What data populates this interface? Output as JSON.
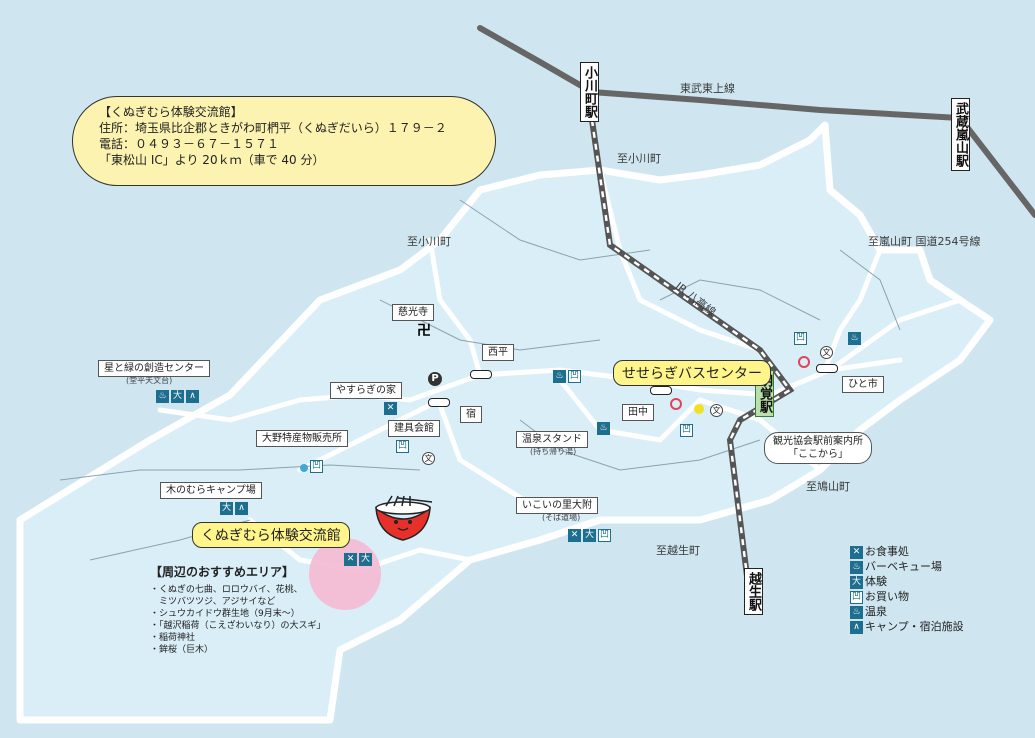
{
  "info_box": {
    "title": "【くぬぎむら体験交流館】",
    "address": "住所：埼玉県比企郡ときがわ町椚平（くぬぎだいら）１７９－２",
    "phone": "電話：０４９３－６７－１５７１",
    "access": "「東松山 IC」より 20ｋｍ（車で 40 分）"
  },
  "stations": {
    "ogawamachi": "小川町駅",
    "musashi_ranzan": "武蔵嵐山駅",
    "myokaku": "明覚駅",
    "ogose": "越生駅"
  },
  "railways": {
    "tobu_tojo": "東武東上線",
    "jr_hachiko": "JR 八高線"
  },
  "directions": {
    "to_ogawa_1": "至小川町",
    "to_ogawa_2": "至小川町",
    "to_ranzan": "至嵐山町 国道254号線",
    "to_hatoyama": "至鳩山町",
    "to_ogose": "至越生町"
  },
  "places": {
    "jikoji": "慈光寺",
    "nishidaira": "西平",
    "hoshi_midori": "星と緑の創造センター",
    "hoshi_midori_sub": "(堂平天文台)",
    "yasuragi": "やすらぎの家",
    "juku": "宿",
    "kengu": "建具会館",
    "ono_tokusan": "大野特産物販売所",
    "kinomura": "木のむらキャンプ場",
    "seseragi": "せせらぎバスセンター",
    "tanaka": "田中",
    "onsen_stand": "温泉スタンド",
    "onsen_stand_sub": "(持ち帰り湯)",
    "ikoi": "いこいの里大附",
    "ikoi_sub": "(そば道場)",
    "hitoichi": "ひと市",
    "kanko_kyokai": "観光協会駅前案内所",
    "kokokara": "「ここから」",
    "kunugimura": "くぬぎむら体験交流館"
  },
  "recommend": {
    "title": "【周辺のおすすめエリア】",
    "items": [
      "・くぬぎの七曲、ロロウバイ、花桃、",
      "　ミツバツツジ、アジサイなど",
      "・シュウカイドウ群生地（9月末～）",
      "・「越沢稲荷（こえざわいなり）の大スギ」",
      "・稲荷神社",
      "・鉾桜（巨木）"
    ]
  },
  "legend": [
    {
      "icon": "food-icon",
      "glyph": "✕",
      "label": "お食事処"
    },
    {
      "icon": "bbq-icon",
      "glyph": "♨",
      "label": "バーベキュー場"
    },
    {
      "icon": "experience-icon",
      "glyph": "大",
      "label": "体験"
    },
    {
      "icon": "shopping-icon",
      "glyph": "凹",
      "label": "お買い物"
    },
    {
      "icon": "hotspring-icon",
      "glyph": "♨",
      "label": "温泉"
    },
    {
      "icon": "camp-icon",
      "glyph": "∧",
      "label": "キャンプ・宿泊施設"
    }
  ],
  "misc": {
    "parking": "P",
    "temple_mark": "卍",
    "school_mark": "文"
  },
  "colors": {
    "water": "#cfe6f1",
    "road": "#ffffff",
    "railway": "#555555",
    "jr_rail": "#666666",
    "highlight_pink": "#f4b9d2",
    "info_yellow": "#fdf3b0",
    "icon_blue": "#1e6f8f"
  }
}
